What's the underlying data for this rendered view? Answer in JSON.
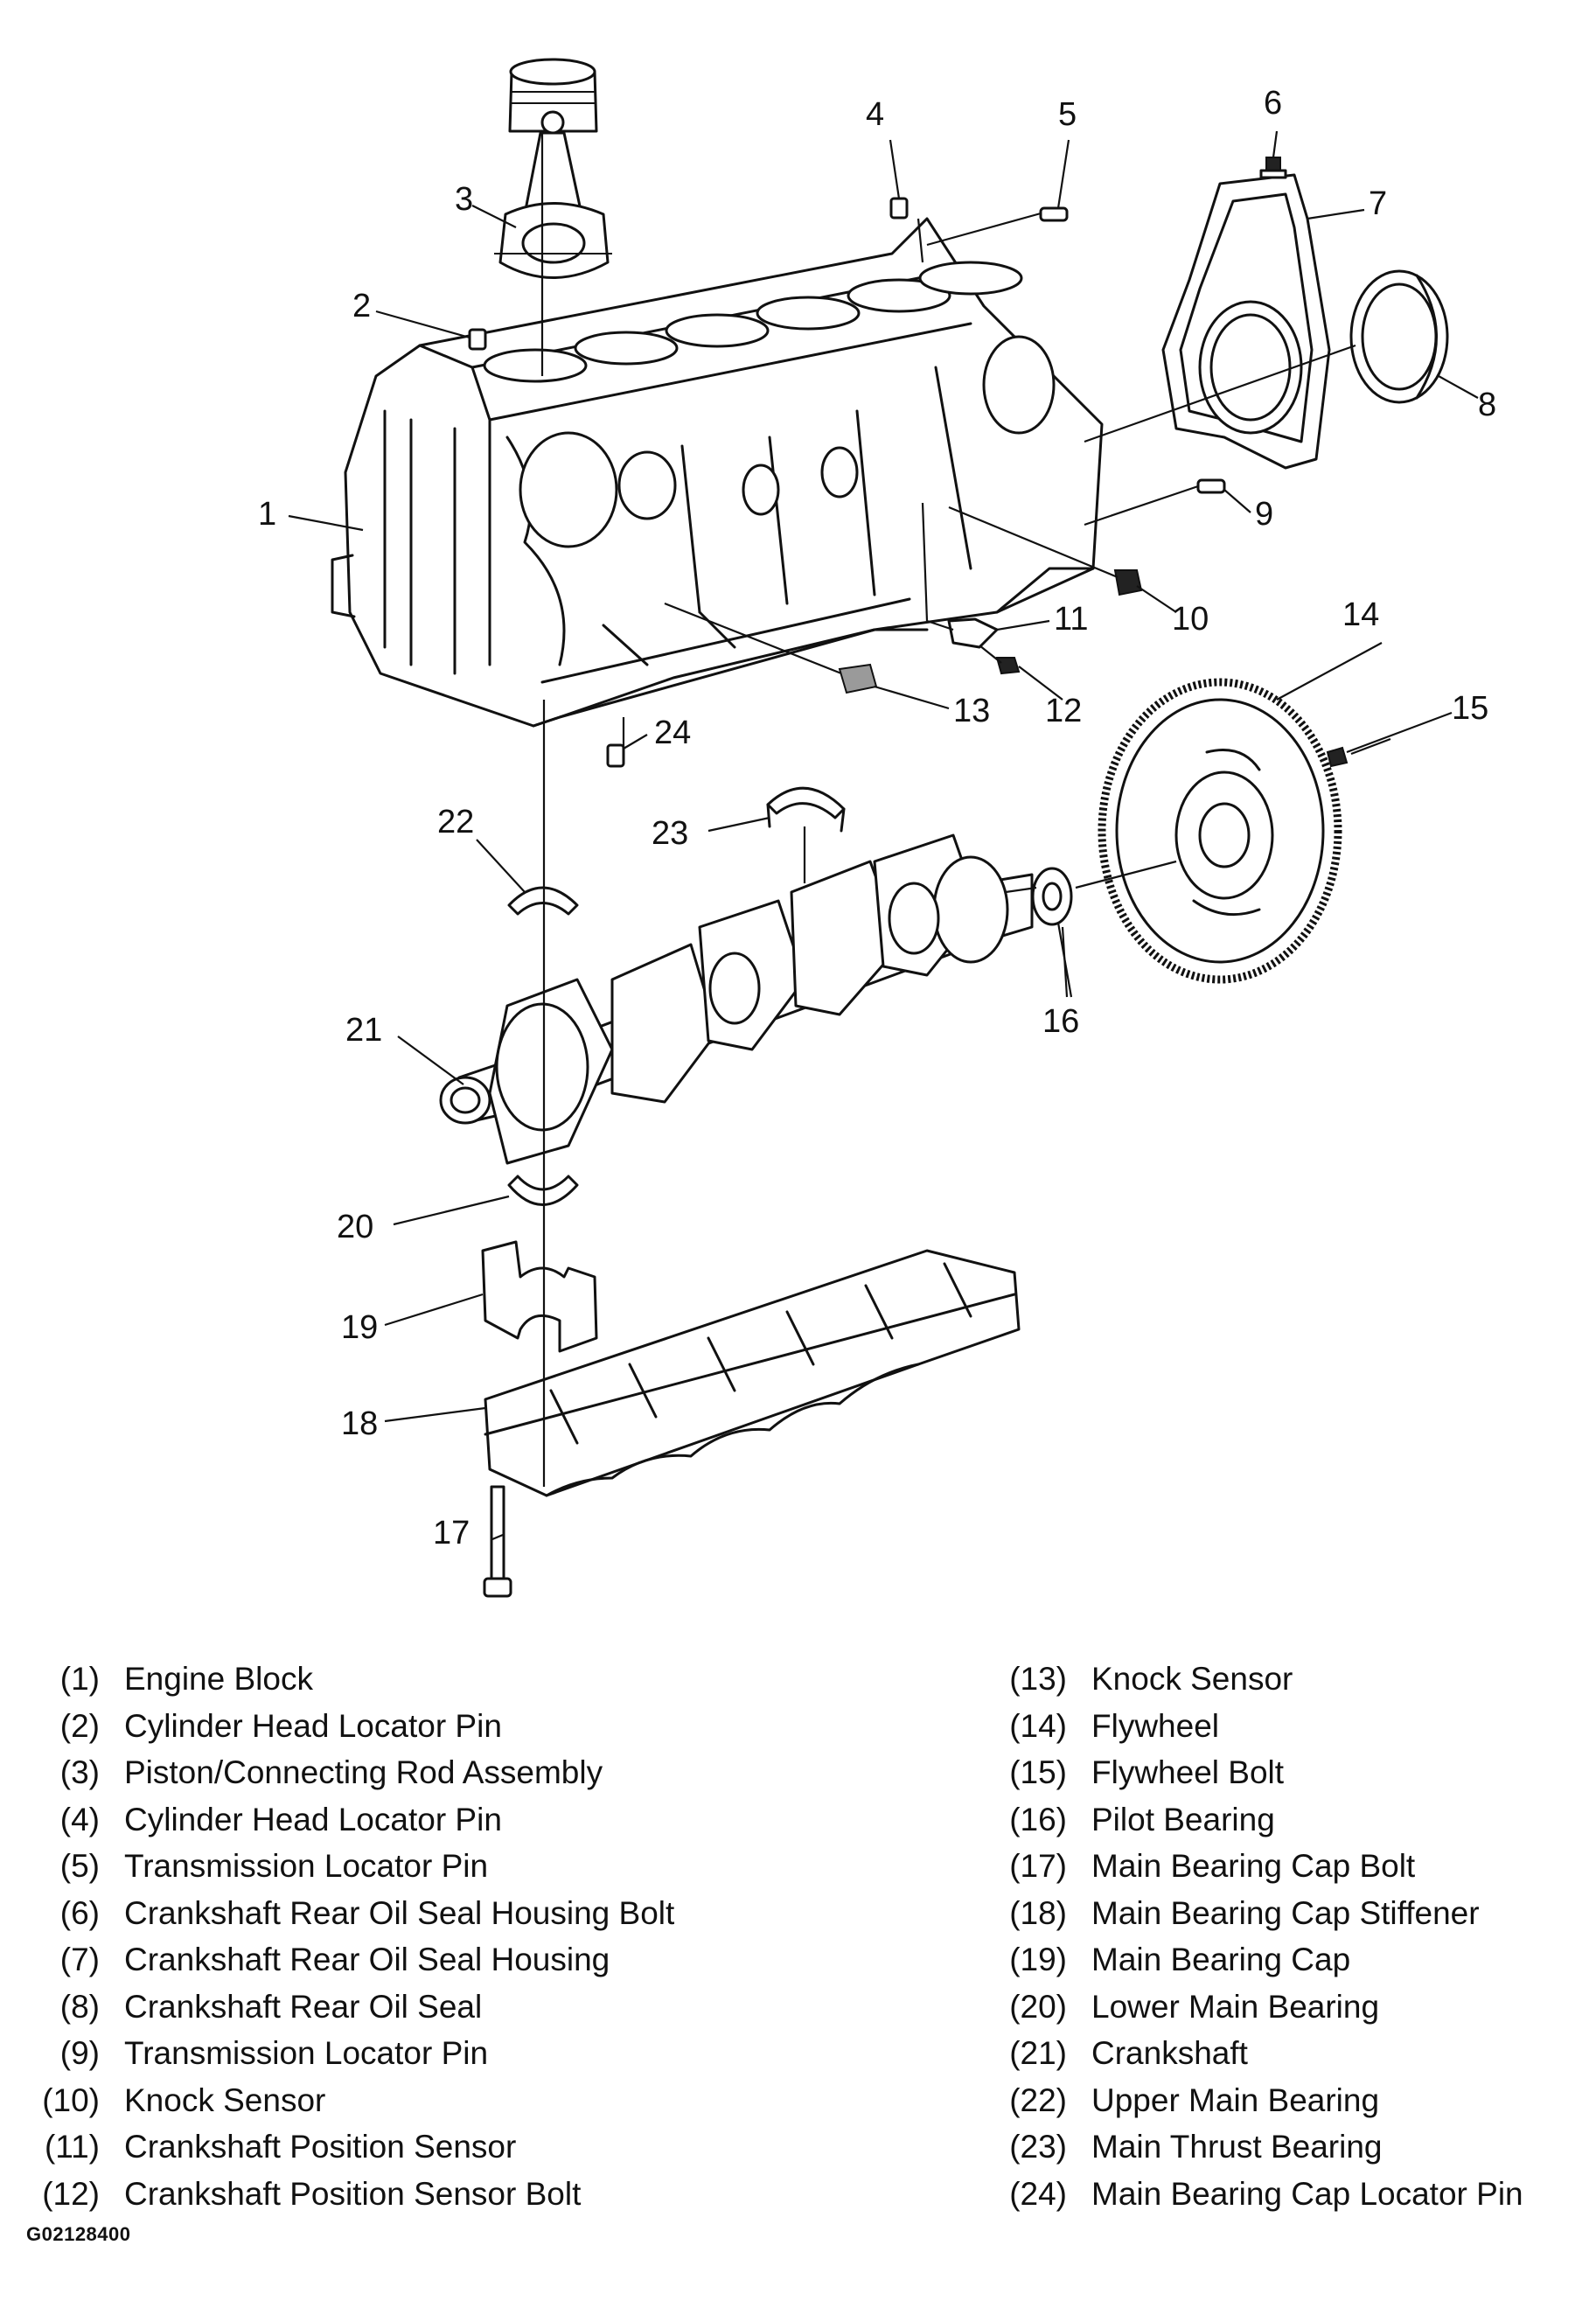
{
  "callouts": [
    "1",
    "2",
    "3",
    "4",
    "5",
    "6",
    "7",
    "8",
    "9",
    "10",
    "11",
    "12",
    "13",
    "14",
    "15",
    "16",
    "17",
    "18",
    "19",
    "20",
    "21",
    "22",
    "23",
    "24"
  ],
  "legend": {
    "left": [
      {
        "num": "(1)",
        "label": "Engine Block"
      },
      {
        "num": "(2)",
        "label": "Cylinder Head Locator Pin"
      },
      {
        "num": "(3)",
        "label": "Piston/Connecting Rod Assembly"
      },
      {
        "num": "(4)",
        "label": "Cylinder Head Locator Pin"
      },
      {
        "num": "(5)",
        "label": "Transmission Locator Pin"
      },
      {
        "num": "(6)",
        "label": "Crankshaft Rear Oil Seal Housing Bolt"
      },
      {
        "num": "(7)",
        "label": "Crankshaft Rear Oil Seal Housing"
      },
      {
        "num": "(8)",
        "label": "Crankshaft Rear Oil Seal"
      },
      {
        "num": "(9)",
        "label": "Transmission Locator Pin"
      },
      {
        "num": "(10)",
        "label": "Knock Sensor"
      },
      {
        "num": "(11)",
        "label": "Crankshaft Position Sensor"
      },
      {
        "num": "(12)",
        "label": "Crankshaft Position Sensor Bolt"
      }
    ],
    "right": [
      {
        "num": "(13)",
        "label": "Knock Sensor"
      },
      {
        "num": "(14)",
        "label": "Flywheel"
      },
      {
        "num": "(15)",
        "label": "Flywheel Bolt"
      },
      {
        "num": "(16)",
        "label": "Pilot Bearing"
      },
      {
        "num": "(17)",
        "label": "Main Bearing Cap Bolt"
      },
      {
        "num": "(18)",
        "label": "Main Bearing Cap Stiffener"
      },
      {
        "num": "(19)",
        "label": "Main Bearing Cap"
      },
      {
        "num": "(20)",
        "label": "Lower Main Bearing"
      },
      {
        "num": "(21)",
        "label": "Crankshaft"
      },
      {
        "num": "(22)",
        "label": "Upper Main Bearing"
      },
      {
        "num": "(23)",
        "label": "Main Thrust Bearing"
      },
      {
        "num": "(24)",
        "label": "Main Bearing Cap Locator Pin"
      }
    ]
  },
  "figure_code": "G02128400"
}
